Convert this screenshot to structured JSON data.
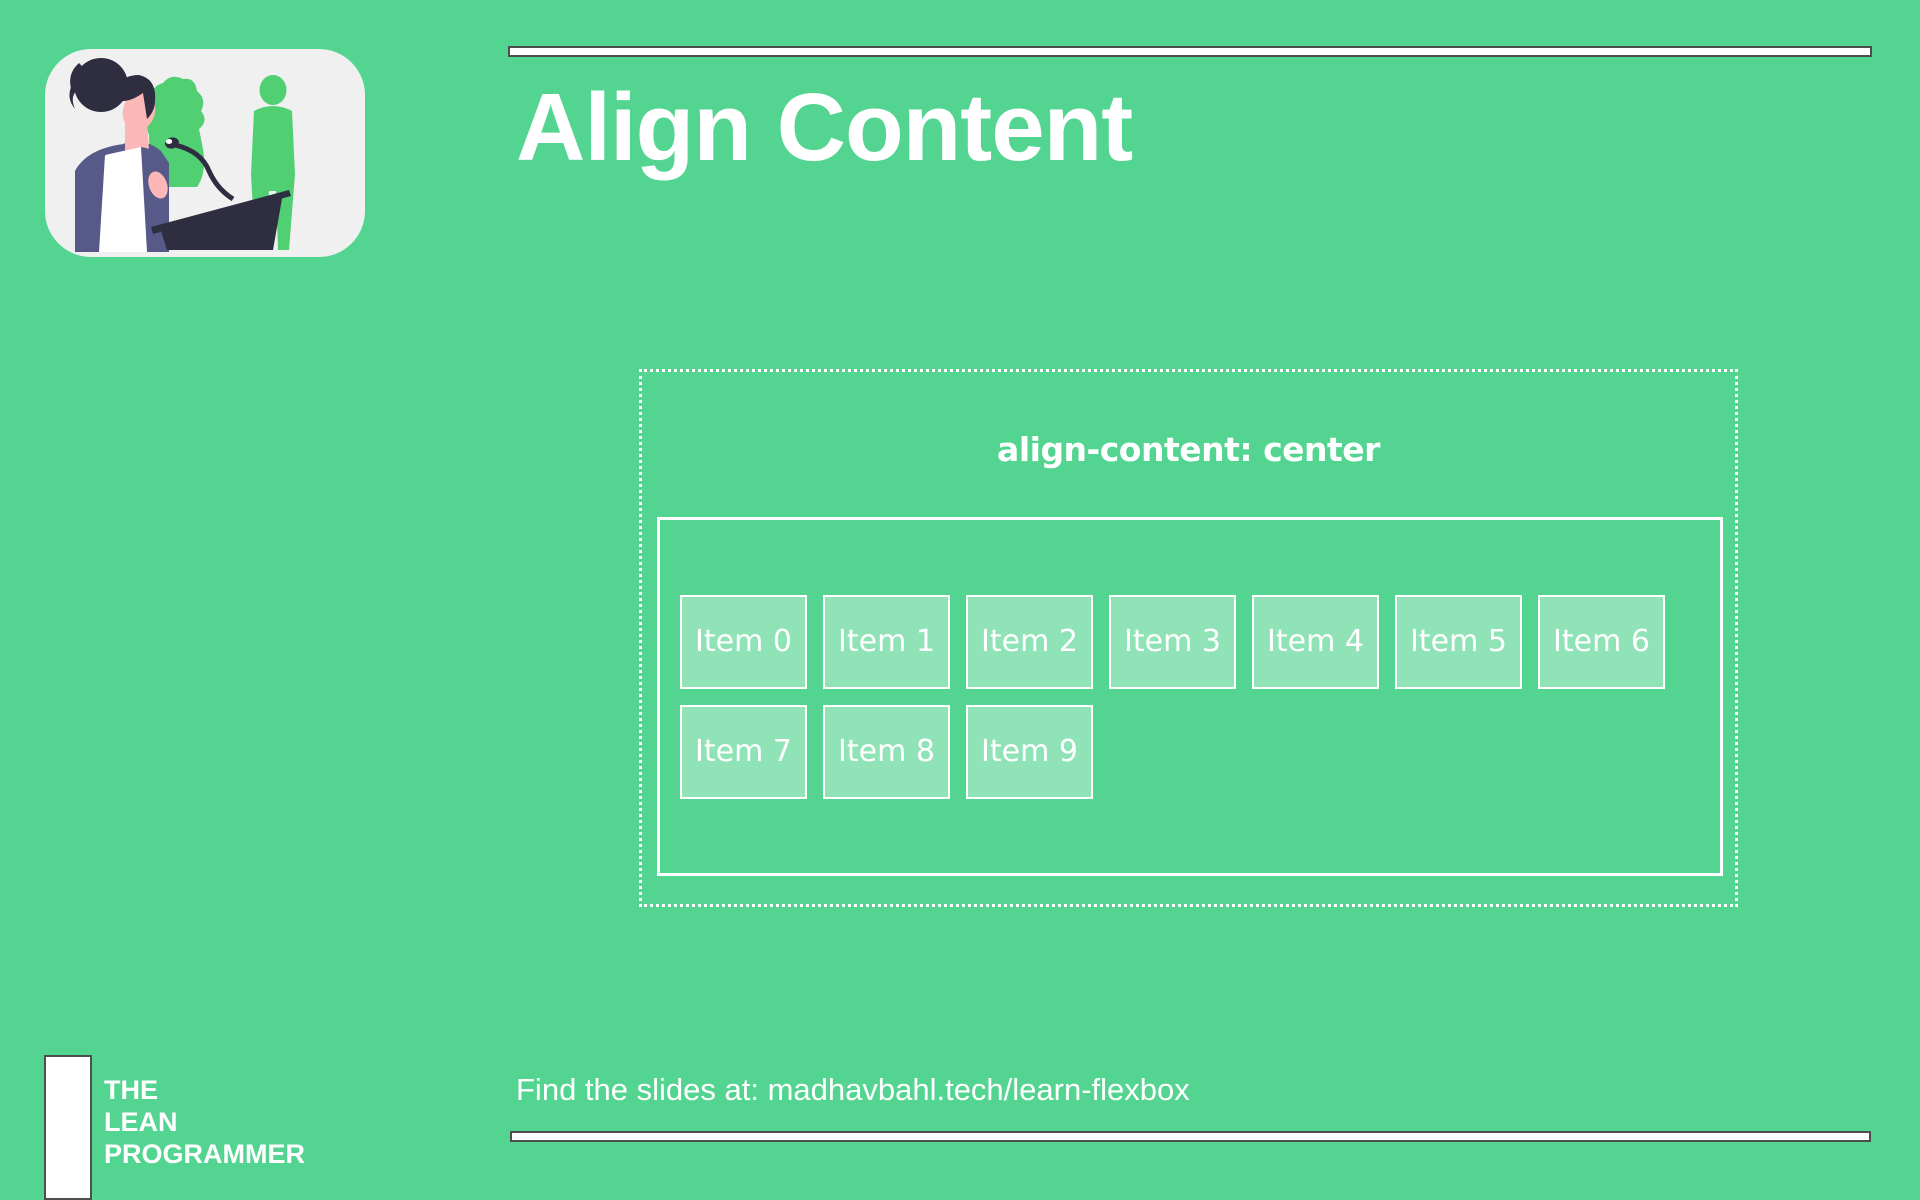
{
  "slide": {
    "title": "Align Content",
    "demo": {
      "caption": "align-content: center",
      "items": [
        "Item 0",
        "Item 1",
        "Item 2",
        "Item 3",
        "Item 4",
        "Item 5",
        "Item 6",
        "Item 7",
        "Item 8",
        "Item 9"
      ]
    },
    "footer": {
      "logo_line1": "THE",
      "logo_line2": "LEAN",
      "logo_line3": "PROGRAMMER",
      "note": "Find the slides at: madhavbahl.tech/learn-flexbox"
    },
    "colors": {
      "background": "#53d591",
      "text": "#ffffff",
      "bar_fill": "#ffffff",
      "bar_border": "#4f4e4e",
      "item_fill": "rgba(255,255,255,0.35)",
      "card_background": "#f1f0f0",
      "silhouette_green": "#50cf73",
      "dark_navy": "#2f2e41",
      "cardigan_purple": "#575a89",
      "skin_pink": "#fcb7b7"
    }
  }
}
